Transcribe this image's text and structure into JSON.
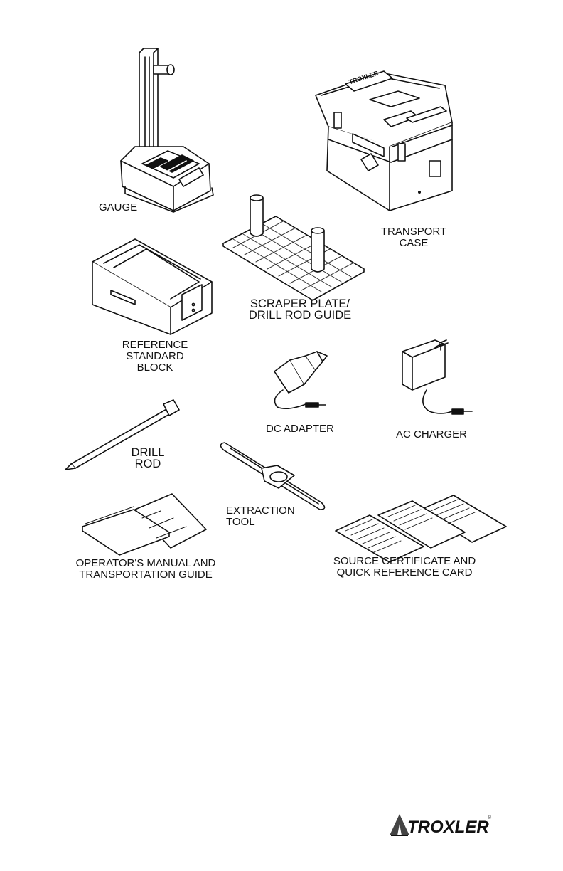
{
  "items": {
    "gauge": "GAUGE",
    "transport_case": [
      "TRANSPORT",
      "CASE"
    ],
    "reference_block": [
      "REFERENCE",
      "STANDARD",
      "BLOCK"
    ],
    "scraper_plate": [
      "SCRAPER PLATE/",
      "DRILL ROD GUIDE"
    ],
    "dc_adapter": "DC ADAPTER",
    "ac_charger": "AC CHARGER",
    "drill_rod": [
      "DRILL",
      "ROD"
    ],
    "extraction_tool": [
      "EXTRACTION",
      "TOOL"
    ],
    "manuals": [
      "OPERATOR'S MANUAL AND",
      "TRANSPORTATION GUIDE"
    ],
    "certificate": [
      "SOURCE CERTIFICATE AND",
      "QUICK REFERENCE CARD"
    ]
  },
  "case_branding": "TROXLER",
  "logo": {
    "text": "TROXLER",
    "mark": "®"
  }
}
